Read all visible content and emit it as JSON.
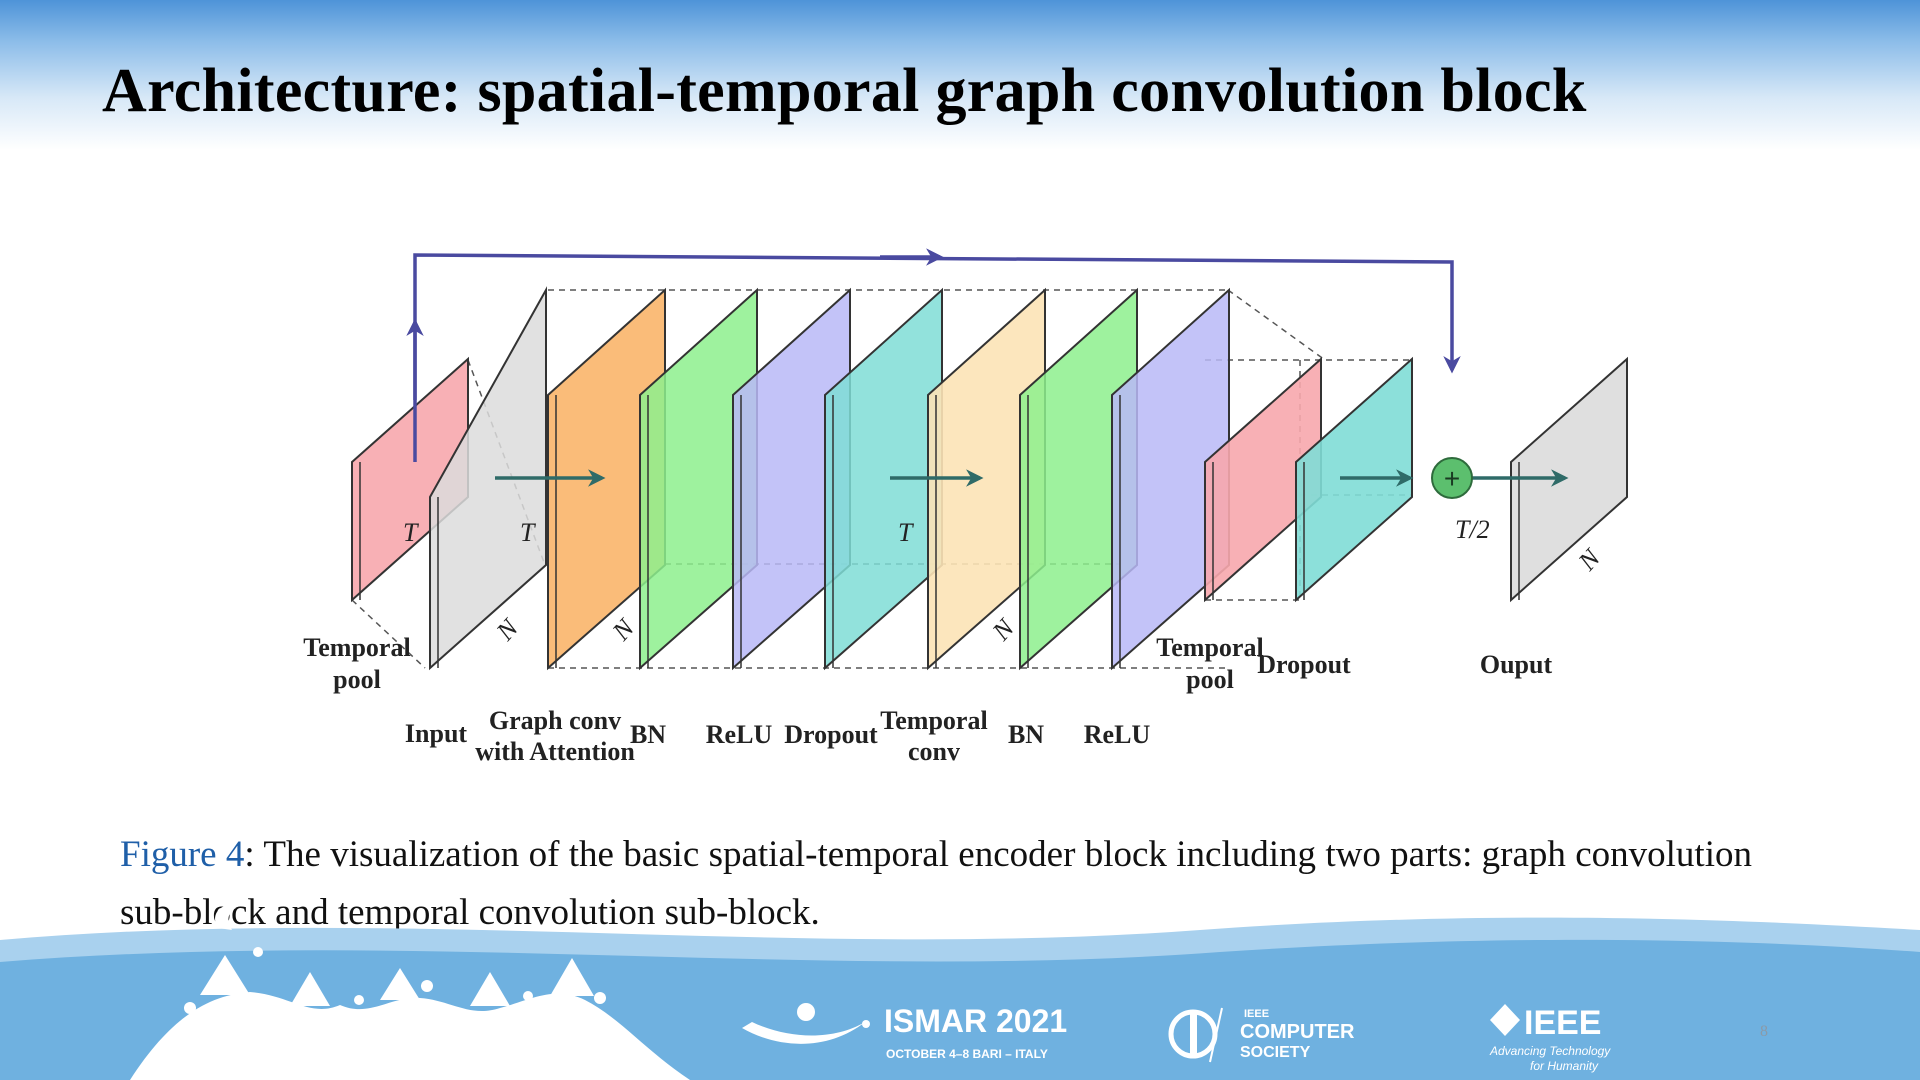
{
  "slide": {
    "title": "Architecture: spatial-temporal graph convolution block",
    "page_number": "8"
  },
  "diagram": {
    "dim_labels": {
      "t": "T",
      "t_half": "T/2",
      "n": "N"
    },
    "labels": {
      "temporal_pool_1a": "Temporal",
      "temporal_pool_1b": "pool",
      "input": "Input",
      "graph_conv_a": "Graph conv",
      "graph_conv_b": "with Attention",
      "bn_1": "BN",
      "relu_1": "ReLU",
      "dropout_1": "Dropout",
      "temporal_conv_a": "Temporal",
      "temporal_conv_b": "conv",
      "bn_2": "BN",
      "relu_2": "ReLU",
      "temporal_pool_2a": "Temporal",
      "temporal_pool_2b": "pool",
      "dropout_2": "Dropout",
      "output": "Ouput",
      "add_symbol": "+"
    },
    "colors": {
      "pink": "#f7a7ad",
      "gray": "#dcdcdc",
      "orange": "#f9b56a",
      "green": "#8df08d",
      "purple": "#b9b8f7",
      "teal": "#7fddd6",
      "beige": "#fce3b6",
      "arrow": "#4a4aa0",
      "flow_arrow": "#2f6b68",
      "add_node": "#5cbf6e"
    }
  },
  "caption": {
    "figure_ref": "Figure 4",
    "text": ": The visualization of the basic spatial-temporal encoder block including two parts: graph convolution sub-block and temporal convolution sub-block."
  },
  "footer": {
    "ismar_title": "ISMAR 2021",
    "ismar_sub": "OCTOBER 4–8 BARI – ITALY",
    "cs_small": "IEEE",
    "cs_line1": "COMPUTER",
    "cs_line2": "SOCIETY",
    "ieee_name": "IEEE",
    "ieee_tag1": "Advancing Technology",
    "ieee_tag2": "for Humanity"
  }
}
